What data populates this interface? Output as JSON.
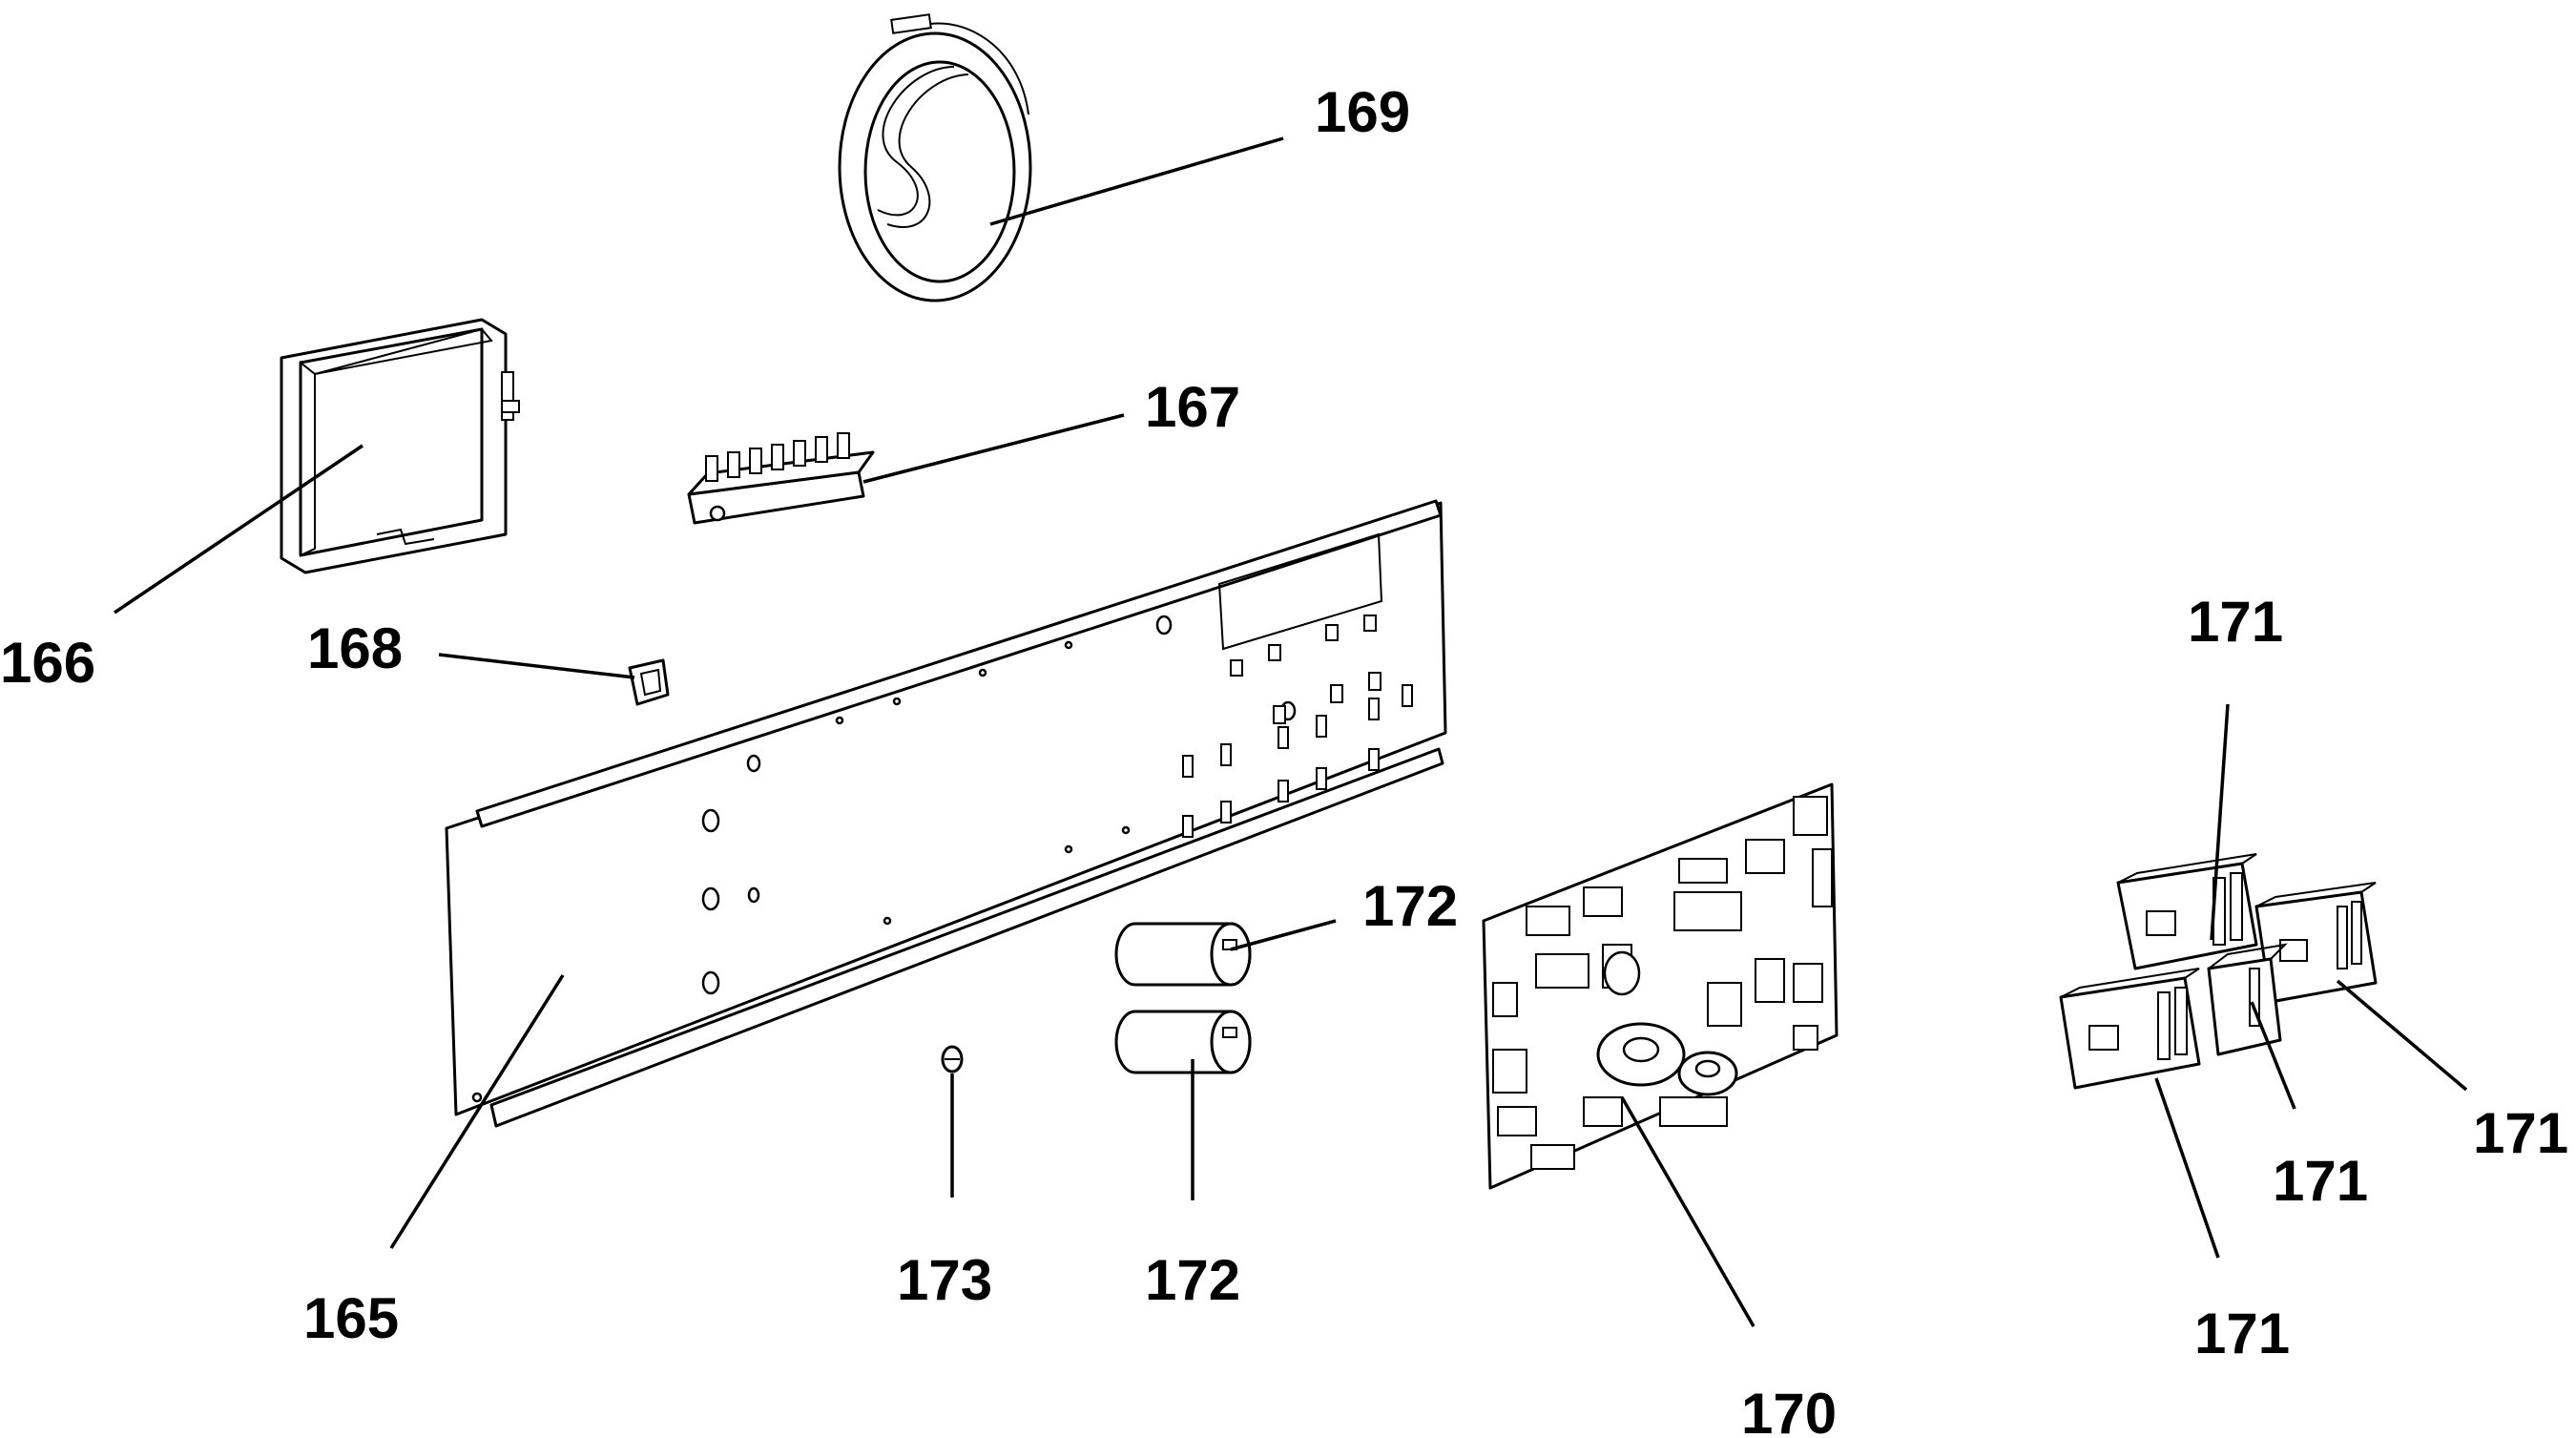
{
  "labels": {
    "p165": "165",
    "p166": "166",
    "p167": "167",
    "p168": "168",
    "p169": "169",
    "p170": "170",
    "p171a": "171",
    "p171b": "171",
    "p171c": "171",
    "p171d": "171",
    "p172a": "172",
    "p172b": "172",
    "p173": "173"
  }
}
